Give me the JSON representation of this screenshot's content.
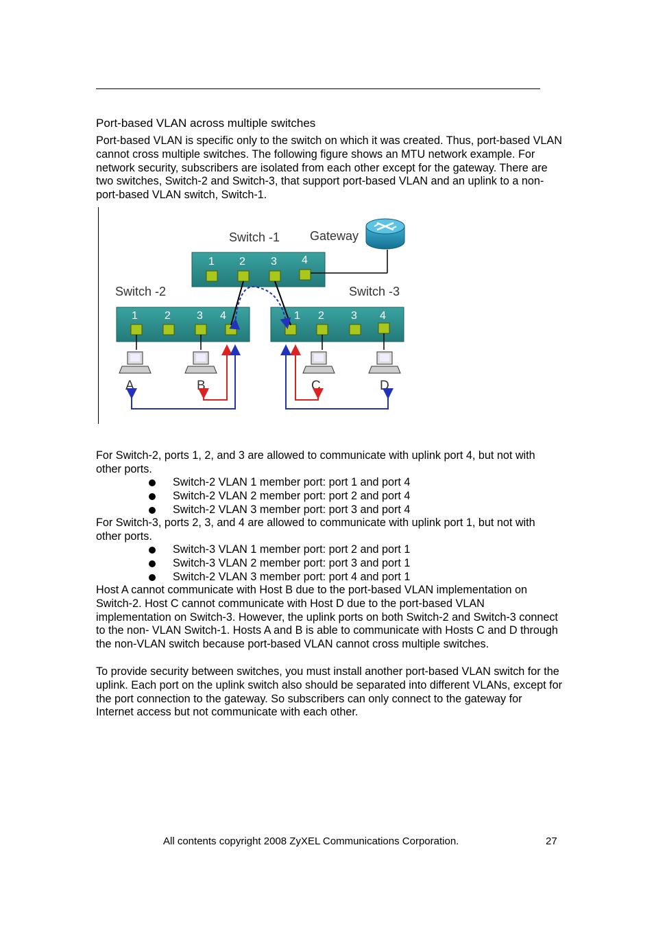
{
  "section": {
    "heading": "Port-based VLAN across multiple switches",
    "intro": "Port-based VLAN is specific only to the switch on which it was created. Thus, port-based VLAN cannot cross multiple switches. The following figure shows an MTU network example. For network security, subscribers are isolated from each other except for the gateway. There are two switches, Switch-2 and Switch-3, that support port-based VLAN and an uplink to a non-port-based VLAN switch, Switch-1."
  },
  "diagram": {
    "switch1_label": "Switch -1",
    "switch2_label": "Switch -2",
    "switch3_label": "Switch -3",
    "gateway_label": "Gateway",
    "ports": [
      "1",
      "2",
      "3",
      "4"
    ],
    "hosts": [
      "A",
      "B",
      "C",
      "D"
    ],
    "colors": {
      "switch_fill": "#2e8b8b",
      "port_fill": "#a8c81e",
      "red_path": "#dd2222",
      "blue_path": "#2233bb",
      "router_fill": "#1f86a8"
    }
  },
  "switch2": {
    "intro": "For Switch-2, ports 1, 2, and 3 are allowed to communicate with uplink port 4, but not with other ports.",
    "bullets": [
      "Switch-2 VLAN 1 member port: port 1 and port 4",
      "Switch-2 VLAN 2 member port: port 2 and port 4",
      "Switch-2 VLAN 3 member port: port 3 and port 4"
    ]
  },
  "switch3": {
    "intro": "For Switch-3, ports 2, 3, and 4 are allowed to communicate with uplink port 1, but not with other ports.",
    "bullets": [
      "Switch-3 VLAN 1 member port: port 2 and port 1",
      "Switch-3 VLAN 2 member port: port 3 and port 1",
      "Switch-2 VLAN 3 member port: port 4 and port 1"
    ]
  },
  "closing": {
    "para1": "Host A cannot communicate with Host B due to the port-based VLAN implementation on Switch-2. Host C cannot communicate with Host D due to the port-based VLAN implementation on Switch-3. However, the uplink ports on both Switch-2 and Switch-3 connect to the non- VLAN Switch-1. Hosts A and B is able to communicate with Hosts C and D through the non-VLAN switch because port-based VLAN cannot cross multiple switches.",
    "para2": "To provide security between switches, you must install another port-based VLAN switch for the uplink. Each port on the uplink switch also should be separated into different VLANs, except for the port connection to the gateway. So subscribers can only connect to the gateway for Internet access but not communicate with each other."
  },
  "footer": {
    "copyright": "All contents copyright 2008 ZyXEL Communications Corporation.",
    "page_number": "27"
  }
}
